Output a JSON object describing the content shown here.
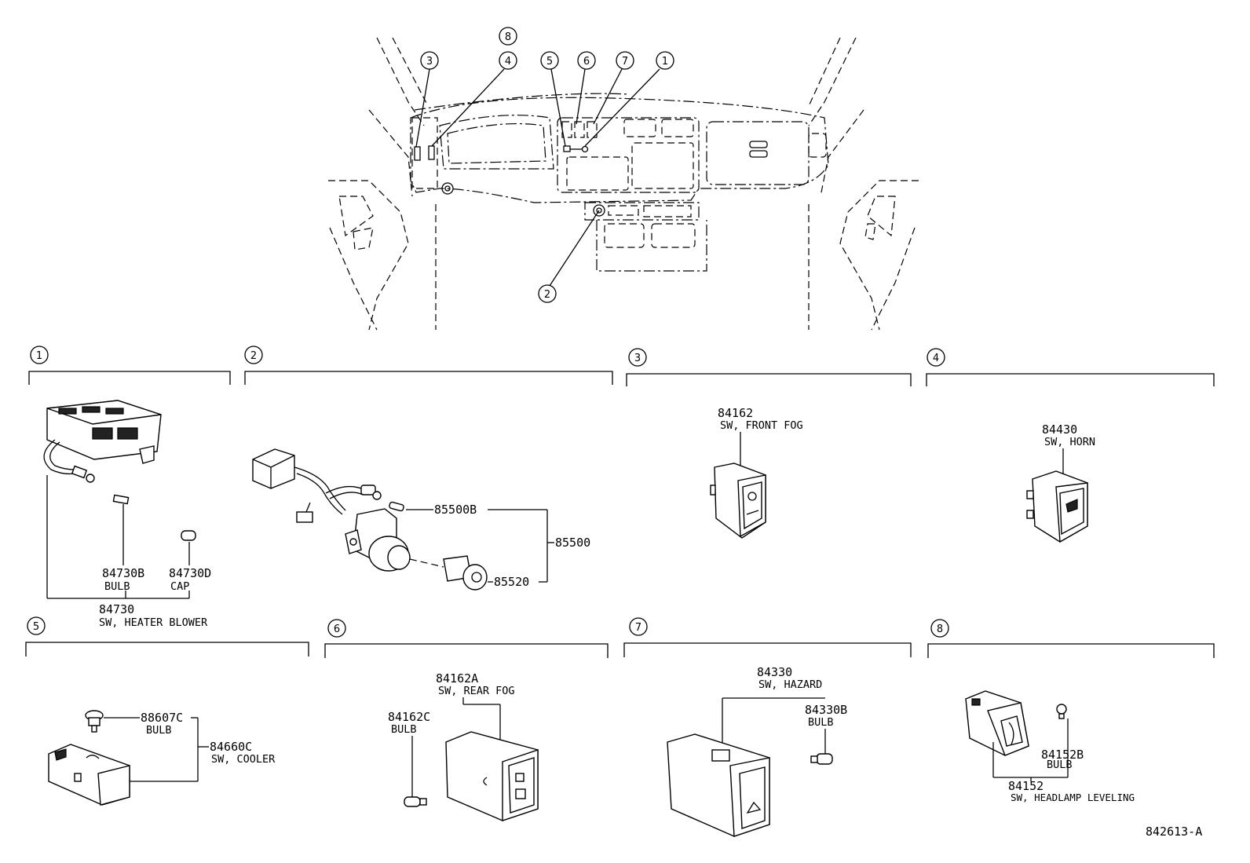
{
  "diagram_id": "842613-A",
  "overview_callouts": [
    "3",
    "4",
    "8",
    "5",
    "6",
    "7",
    "1",
    "2"
  ],
  "sections": [
    {
      "num": "1",
      "parts": [
        {
          "code": "84730B",
          "name": "BULB"
        },
        {
          "code": "84730D",
          "name": "CAP"
        },
        {
          "code": "84730",
          "name": "SW, HEATER BLOWER"
        }
      ]
    },
    {
      "num": "2",
      "parts": [
        {
          "code": "85500B"
        },
        {
          "code": "85500"
        },
        {
          "code": "85520"
        }
      ]
    },
    {
      "num": "3",
      "parts": [
        {
          "code": "84162",
          "name": "SW, FRONT FOG"
        }
      ]
    },
    {
      "num": "4",
      "parts": [
        {
          "code": "84430",
          "name": "SW, HORN"
        }
      ]
    },
    {
      "num": "5",
      "parts": [
        {
          "code": "88607C",
          "name": "BULB"
        },
        {
          "code": "84660C",
          "name": "SW, COOLER"
        }
      ]
    },
    {
      "num": "6",
      "parts": [
        {
          "code": "84162A",
          "name": "SW, REAR FOG"
        },
        {
          "code": "84162C",
          "name": "BULB"
        }
      ]
    },
    {
      "num": "7",
      "parts": [
        {
          "code": "84330",
          "name": "SW, HAZARD"
        },
        {
          "code": "84330B",
          "name": "BULB"
        }
      ]
    },
    {
      "num": "8",
      "parts": [
        {
          "code": "84152B",
          "name": "BULB"
        },
        {
          "code": "84152",
          "name": "SW, HEADLAMP LEVELING"
        }
      ]
    }
  ]
}
